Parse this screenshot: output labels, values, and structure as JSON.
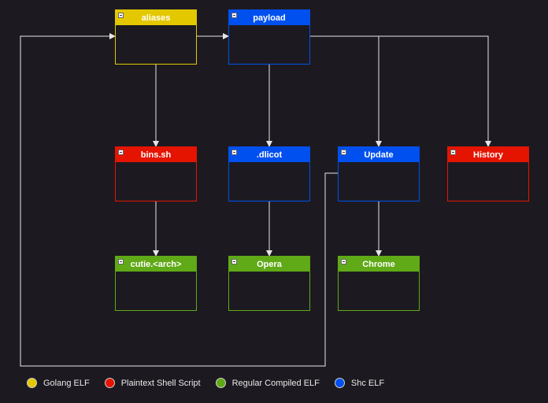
{
  "colors": {
    "background": "#1c1a20",
    "edge": "#e6e6e6",
    "golang_elf": "#e3c800",
    "plaintext_shell": "#e51400",
    "regular_elf": "#60a917",
    "shc_elf": "#0050ef"
  },
  "nodes": {
    "aliases": {
      "label": "aliases",
      "category": "golang_elf"
    },
    "payload": {
      "label": "payload",
      "category": "shc_elf"
    },
    "bins_sh": {
      "label": "bins.sh",
      "category": "plaintext_shell"
    },
    "dlicot": {
      "label": ".dlicot",
      "category": "shc_elf"
    },
    "update": {
      "label": "Update",
      "category": "shc_elf"
    },
    "history": {
      "label": "History",
      "category": "plaintext_shell"
    },
    "cutie": {
      "label": "cutie.<arch>",
      "category": "regular_elf"
    },
    "opera": {
      "label": "Opera",
      "category": "regular_elf"
    },
    "chrome": {
      "label": "Chrome",
      "category": "regular_elf"
    }
  },
  "edges": [
    {
      "from": "aliases",
      "to": "payload"
    },
    {
      "from": "aliases",
      "to": "bins_sh"
    },
    {
      "from": "payload",
      "to": "dlicot"
    },
    {
      "from": "payload",
      "to": "update"
    },
    {
      "from": "payload",
      "to": "history"
    },
    {
      "from": "bins_sh",
      "to": "cutie"
    },
    {
      "from": "dlicot",
      "to": "opera"
    },
    {
      "from": "update",
      "to": "chrome"
    },
    {
      "from": "update",
      "to": "aliases"
    }
  ],
  "legend": [
    {
      "label": "Golang ELF",
      "category": "golang_elf"
    },
    {
      "label": "Plaintext Shell Script",
      "category": "plaintext_shell"
    },
    {
      "label": "Regular Compiled ELF",
      "category": "regular_elf"
    },
    {
      "label": "Shc ELF",
      "category": "shc_elf"
    }
  ]
}
